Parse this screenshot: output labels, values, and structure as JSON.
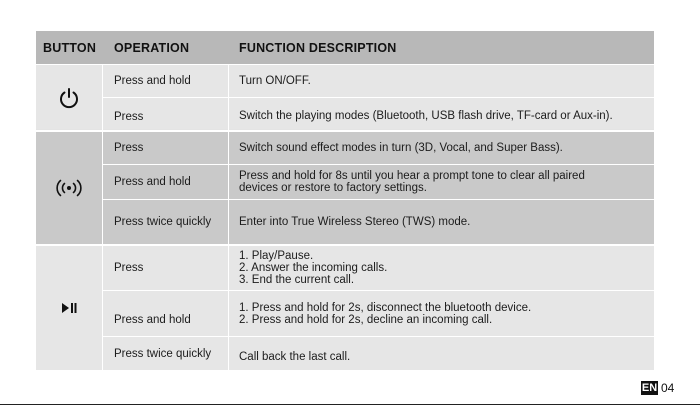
{
  "table": {
    "headers": {
      "button": "BUTTON",
      "operation": "OPERATION",
      "function": "FUNCTION DESCRIPTION"
    },
    "groups": [
      {
        "icon": "power-icon",
        "rows": [
          {
            "operation": "Press and hold",
            "function": [
              "Turn ON/OFF."
            ]
          },
          {
            "operation": "Press",
            "function": [
              "Switch the playing modes (Bluetooth, USB flash drive, TF-card or Aux-in)."
            ]
          }
        ]
      },
      {
        "icon": "broadcast-icon",
        "rows": [
          {
            "operation": "Press",
            "function": [
              "Switch sound effect modes in turn (3D, Vocal, and Super Bass)."
            ]
          },
          {
            "operation": "Press and hold",
            "function": [
              "Press and hold for 8s until you hear a prompt tone to clear all paired",
              "devices or restore to factory settings."
            ]
          },
          {
            "operation": "Press twice quickly",
            "function": [
              "Enter into True Wireless Stereo (TWS) mode."
            ]
          }
        ]
      },
      {
        "icon": "play-pause-icon",
        "rows": [
          {
            "operation": "Press",
            "function": [
              "1. Play/Pause.",
              "2. Answer the incoming calls.",
              "3. End the current call."
            ]
          },
          {
            "operation": "Press and hold",
            "function": [
              "1. Press and hold for 2s, disconnect the bluetooth device.",
              "2. Press and hold for 2s, decline an incoming call."
            ]
          },
          {
            "operation": "Press twice quickly",
            "function": [
              "Call back the last call."
            ]
          }
        ]
      }
    ]
  },
  "footer": {
    "language": "EN",
    "page_number": "04"
  }
}
